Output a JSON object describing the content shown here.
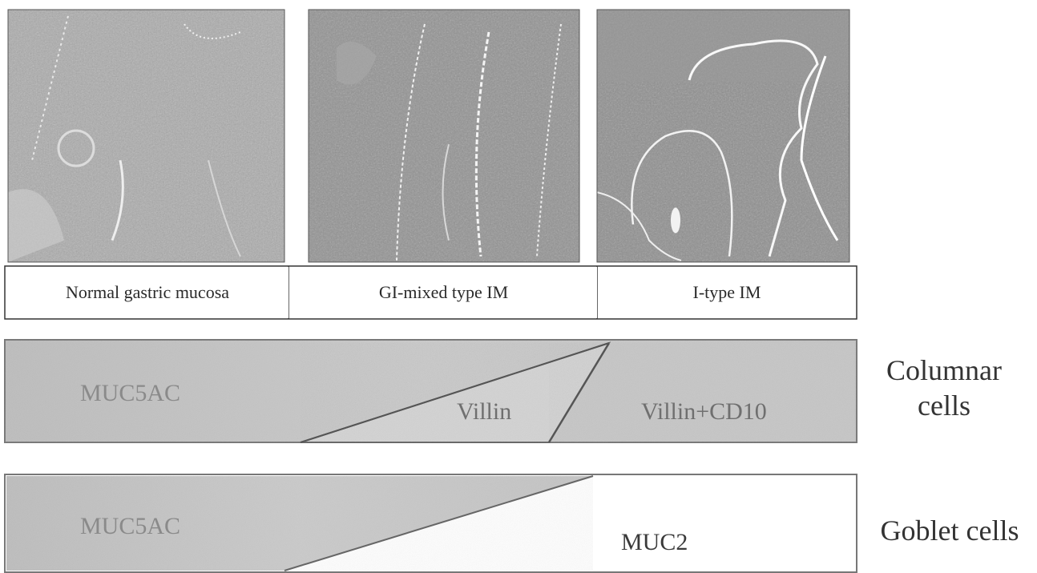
{
  "panels": [
    {
      "label": "Normal gastric mucosa",
      "image": "normal-gastric-mucosa-micrograph"
    },
    {
      "label": "GI-mixed type IM",
      "image": "gi-mixed-type-im-micrograph"
    },
    {
      "label": "I-type IM",
      "image": "i-type-im-micrograph"
    }
  ],
  "rows": {
    "columnar": {
      "label_line1": "Columnar",
      "label_line2": "cells",
      "markers": {
        "left": "MUC5AC",
        "middle": "Villin",
        "right": "Villin+CD10"
      }
    },
    "goblet": {
      "label": "Goblet cells",
      "markers": {
        "left": "MUC5AC",
        "right": "MUC2"
      }
    }
  },
  "colors": {
    "band_fill": "#c9c9c9",
    "band_stroke": "#777777",
    "micrograph_bg": "#9a9a9a"
  }
}
